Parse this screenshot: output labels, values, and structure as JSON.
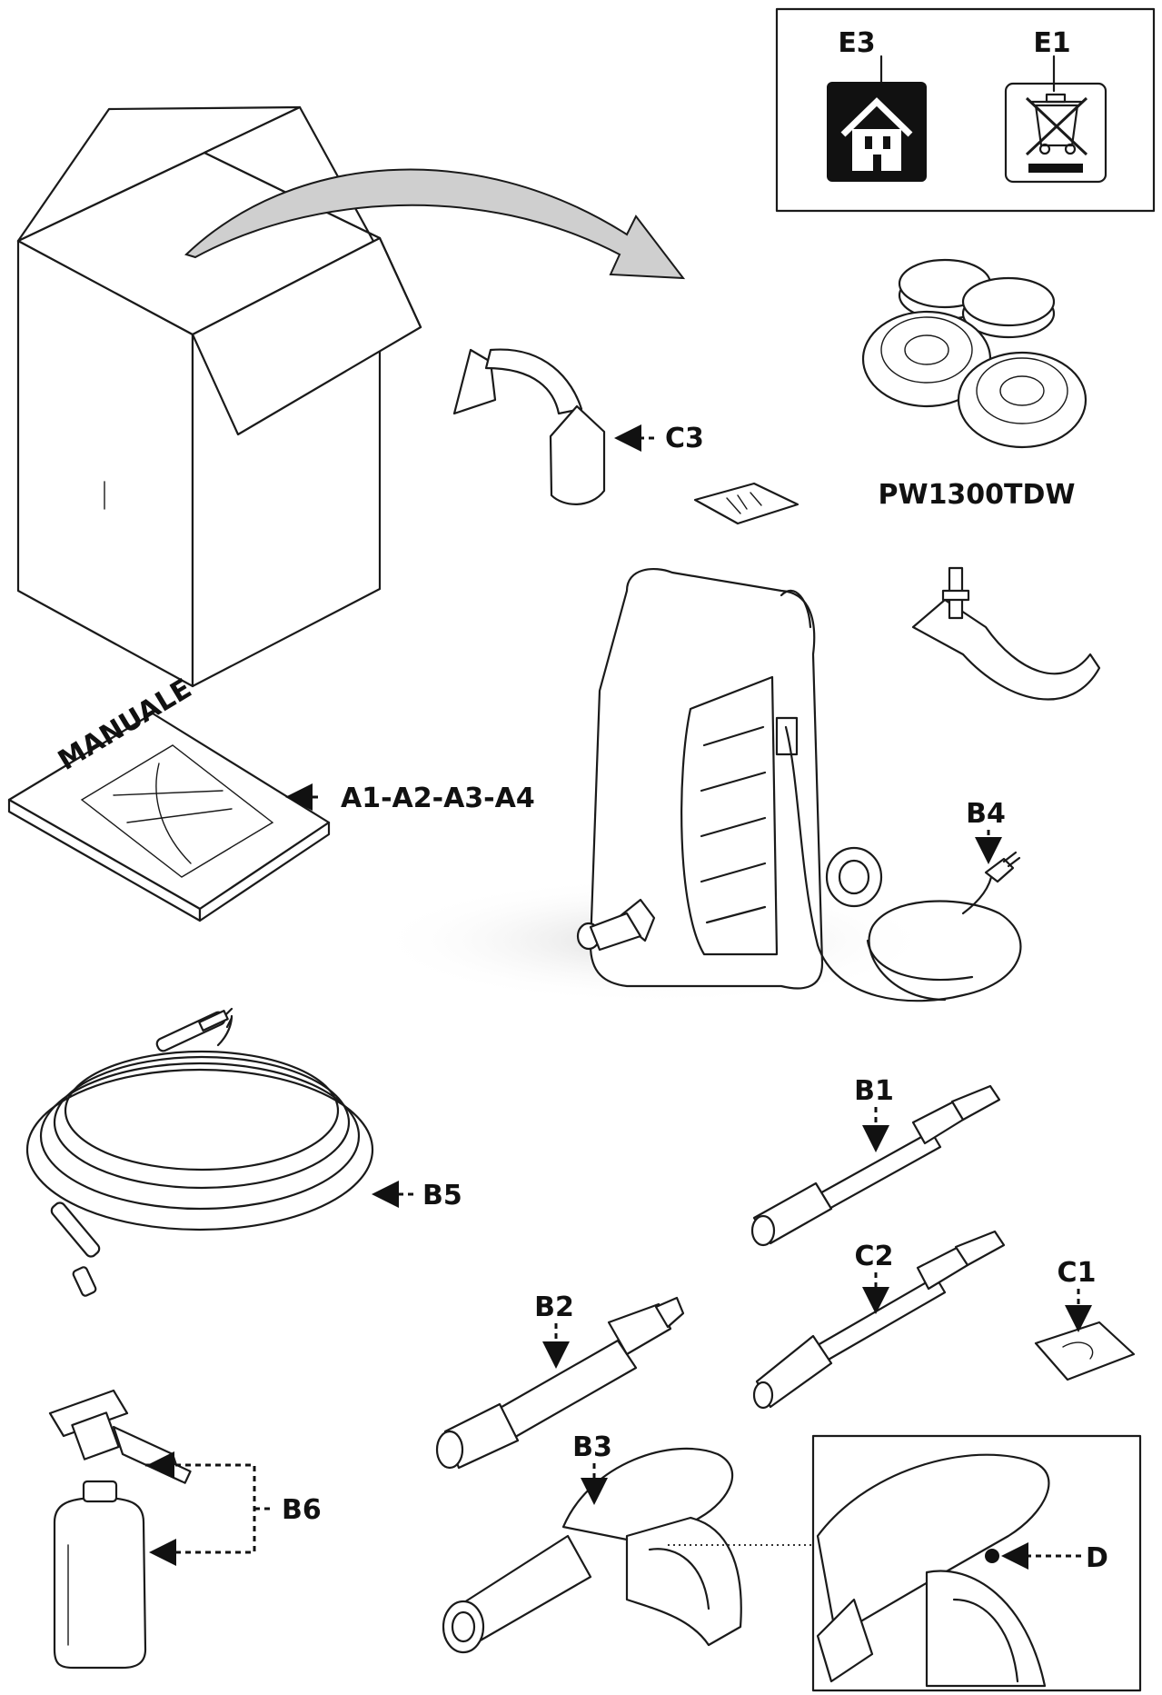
{
  "model": "PW1300TDW",
  "labels": {
    "e3": "E3",
    "e1": "E1",
    "c3": "C3",
    "a_manuals": "A1-A2-A3-A4",
    "b4": "B4",
    "b1": "B1",
    "b5": "B5",
    "c2": "C2",
    "c1": "C1",
    "b2": "B2",
    "b3": "B3",
    "b6": "B6",
    "d": "D"
  },
  "manual_cover_text": "MANUALE",
  "symbols": [
    {
      "id": "E3",
      "icon": "house-icon"
    },
    {
      "id": "E1",
      "icon": "weee-crossed-bin-icon"
    }
  ],
  "colors": {
    "ink": "#1a1a1a",
    "arrow_fill": "#cfcfcf",
    "house_box": "#111111"
  }
}
